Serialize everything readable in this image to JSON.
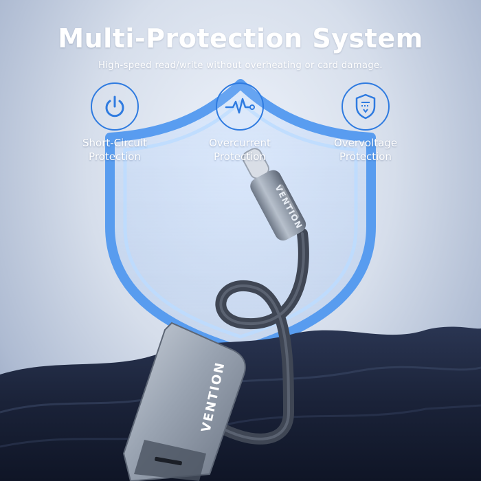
{
  "header": {
    "title": "Multi-Protection System",
    "subtitle": "High-speed read/write without overheating or card damage."
  },
  "features": [
    {
      "label_line1": "Short-Circuit",
      "label_line2": "Protection",
      "icon": "power-icon"
    },
    {
      "label_line1": "Overcurrent",
      "label_line2": "Protection",
      "icon": "pulse-wave-icon"
    },
    {
      "label_line1": "Overvoltage",
      "label_line2": "Protection",
      "icon": "shield-voltage-icon"
    }
  ],
  "product": {
    "brand_on_plug": "VENTION",
    "brand_on_reader": "VENTION"
  },
  "colors": {
    "accent_blue": "#2f7be0",
    "shield_glow": "#5fa8ff",
    "fabric": "#1d2740",
    "metal": "#8f99a8"
  }
}
